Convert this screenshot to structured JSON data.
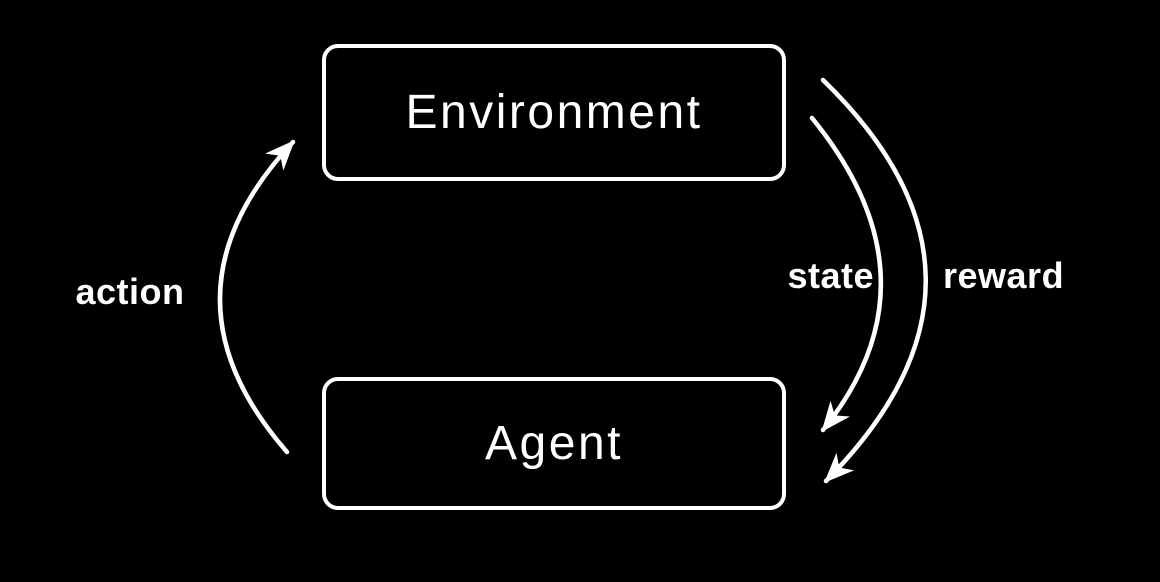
{
  "diagram": {
    "nodes": {
      "environment": {
        "label": "Environment"
      },
      "agent": {
        "label": "Agent"
      }
    },
    "edges": {
      "action": {
        "label": "action",
        "from": "Agent",
        "to": "Environment"
      },
      "state": {
        "label": "state",
        "from": "Environment",
        "to": "Agent"
      },
      "reward": {
        "label": "reward",
        "from": "Environment",
        "to": "Agent"
      }
    },
    "colors": {
      "background": "#000000",
      "foreground": "#ffffff"
    }
  }
}
